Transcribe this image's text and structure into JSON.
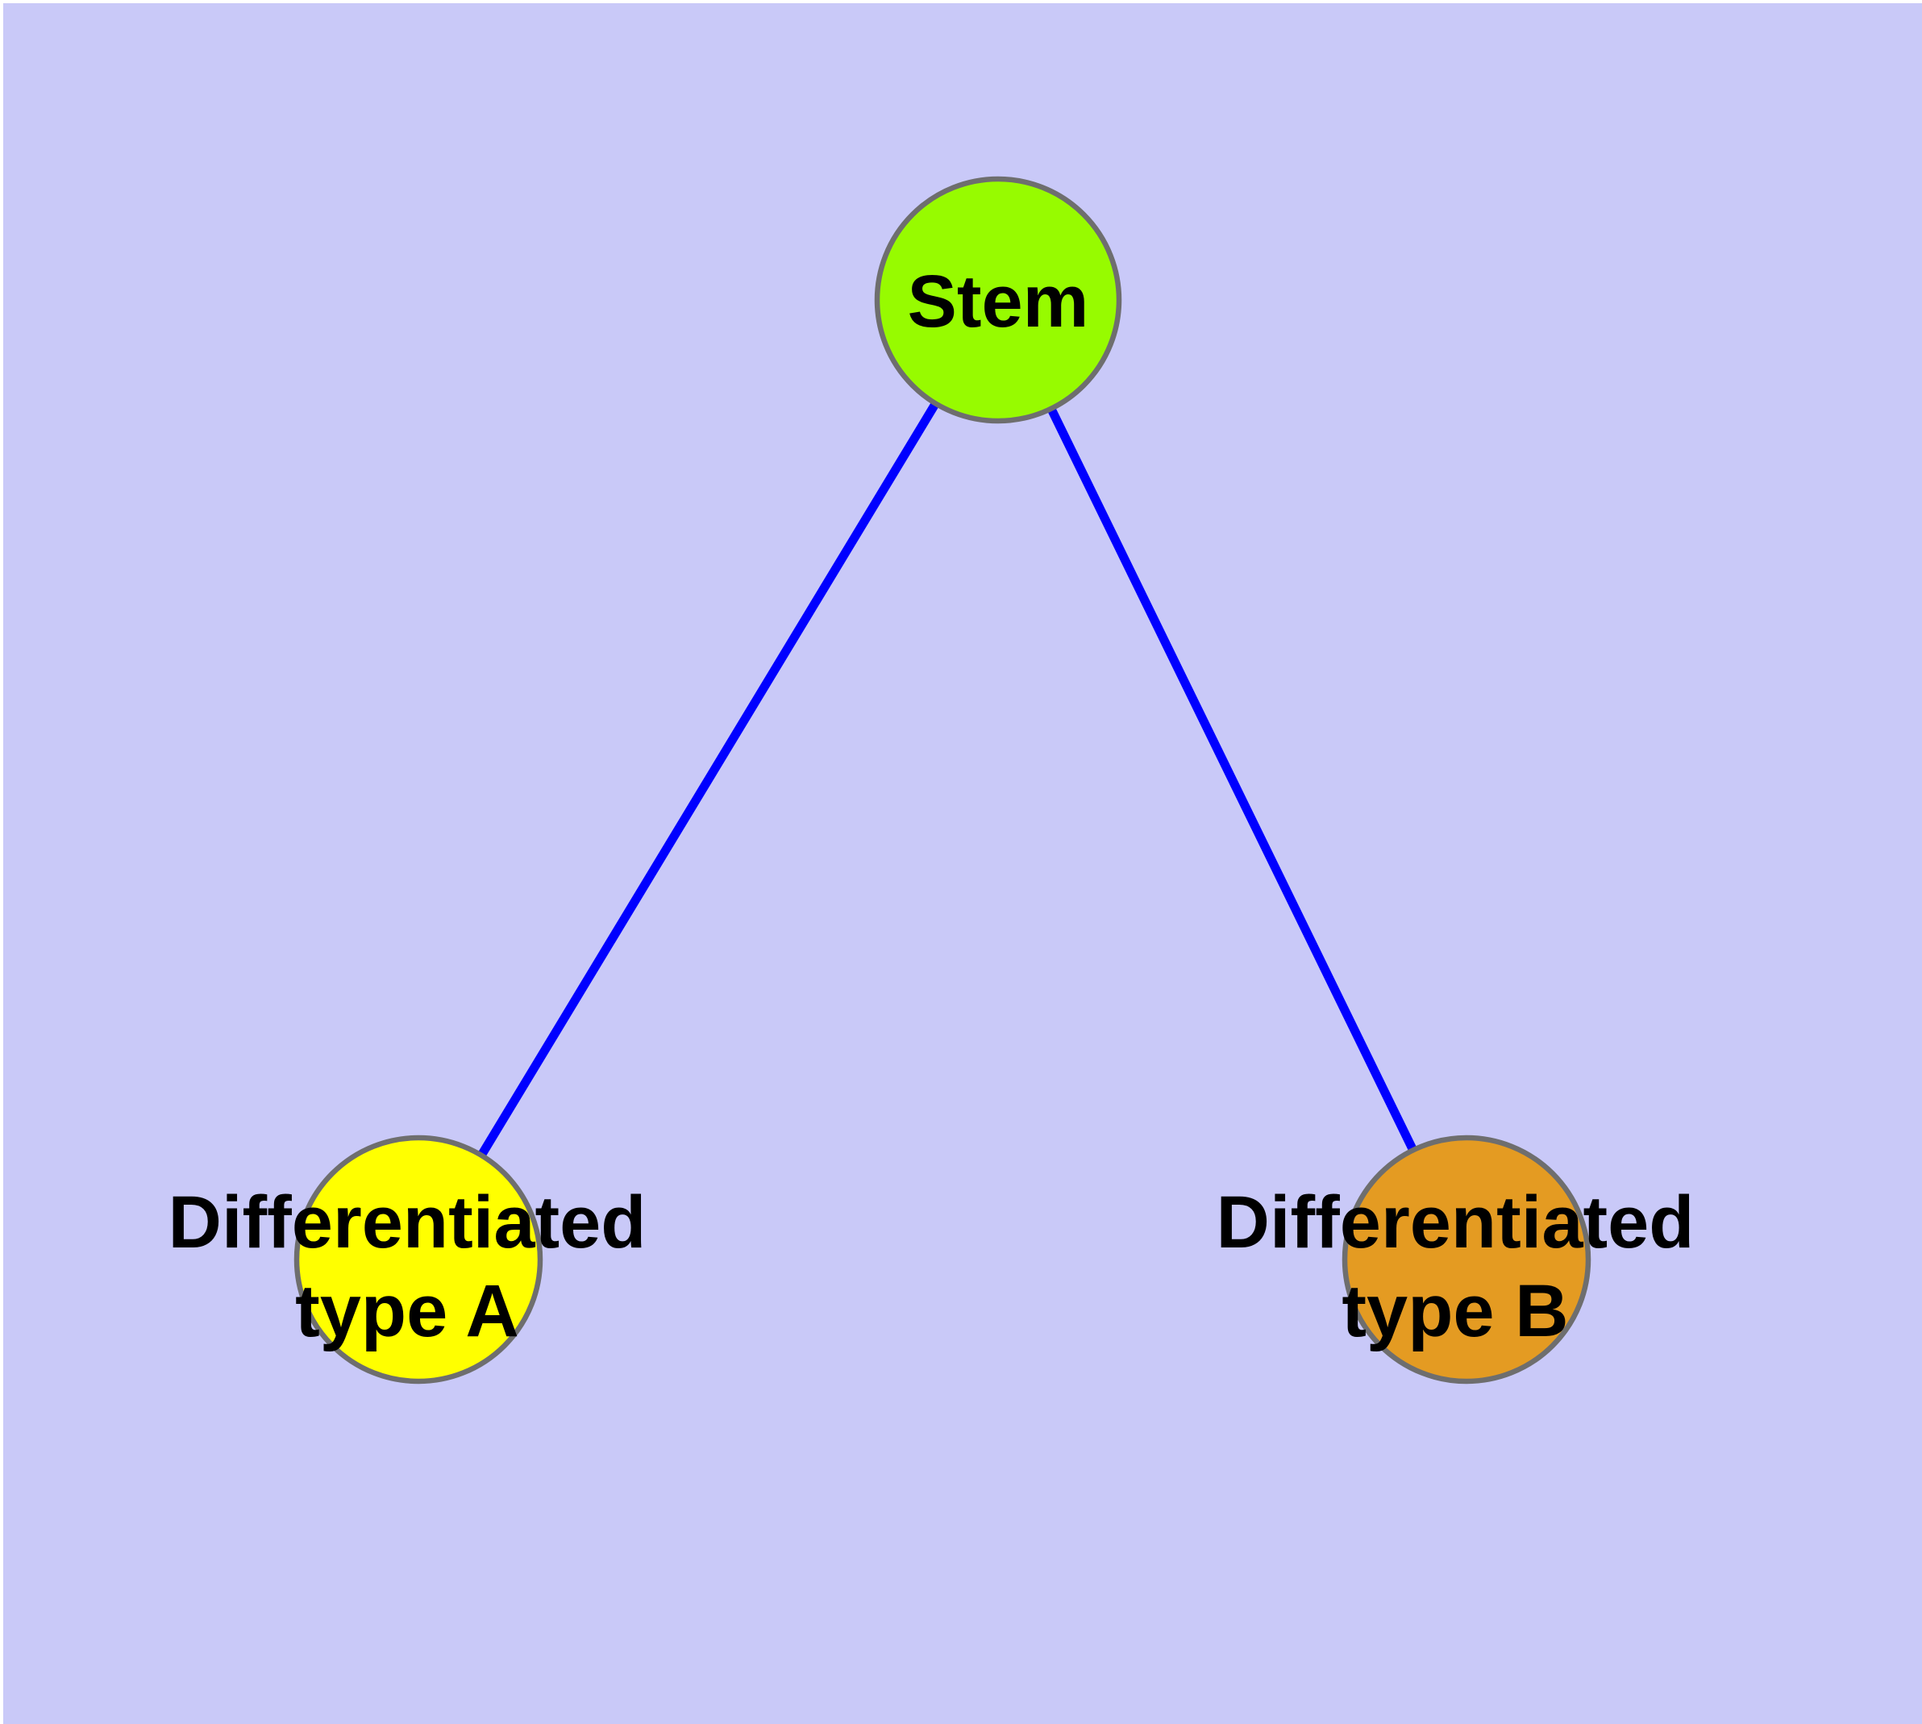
{
  "diagram": {
    "title": "Stem cell differentiation graph",
    "background_color": "#C9C9F8",
    "frame_color": "#FFFFFF",
    "edge_color": "#0000FF",
    "node_border_color": "#6E6E6E",
    "label_color": "#000000",
    "nodes": [
      {
        "id": "stem",
        "label": "Stem",
        "label_line2": "",
        "fill": "#97FB00"
      },
      {
        "id": "type-a",
        "label": "Differentiated",
        "label_line2": "type A",
        "fill": "#FFFF00"
      },
      {
        "id": "type-b",
        "label": "Differentiated",
        "label_line2": "type B",
        "fill": "#E49B22"
      }
    ],
    "edges": [
      {
        "from": "stem",
        "to": "type-a"
      },
      {
        "from": "stem",
        "to": "type-b"
      }
    ]
  }
}
